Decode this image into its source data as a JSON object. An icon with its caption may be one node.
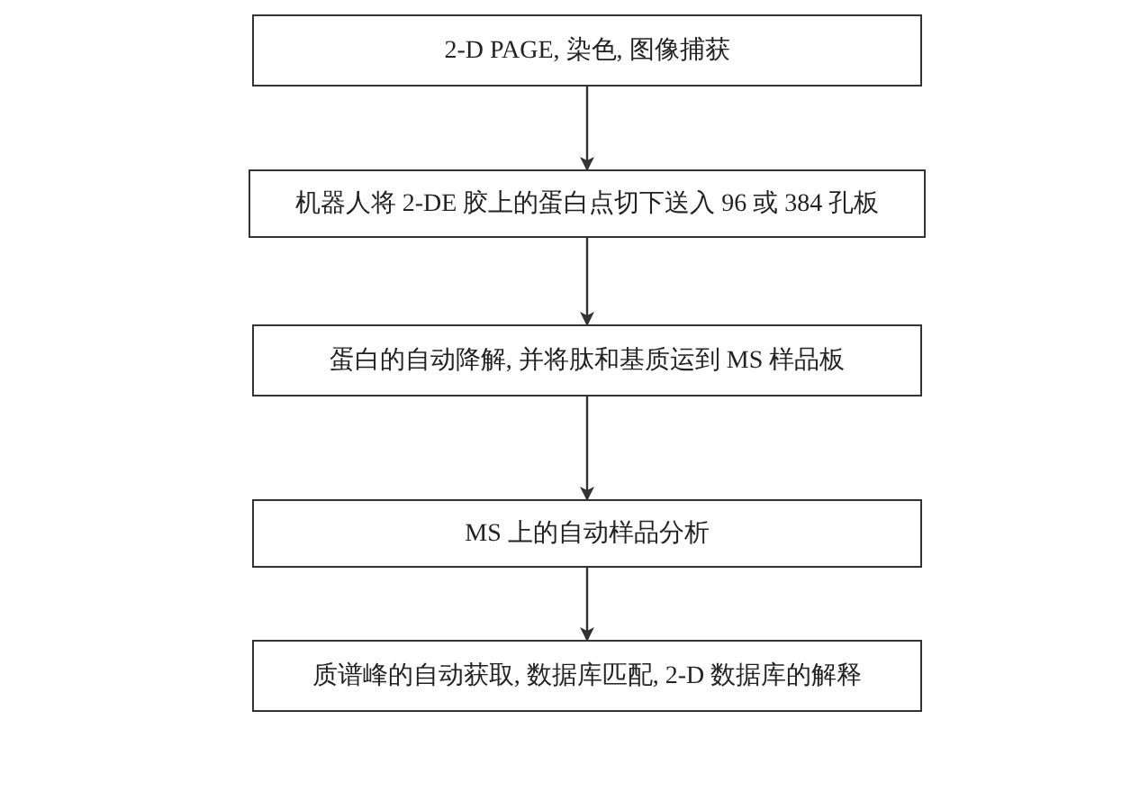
{
  "diagram": {
    "nodes": [
      {
        "text": [
          "2-D PAGE, 染色, 图像捕获"
        ]
      },
      {
        "text": [
          "机器人将 2-DE 胶上的蛋白点切下送入 96 或 384 孔板"
        ]
      },
      {
        "text": [
          "蛋白的自动降解, 并将肽和基质运到 MS 样品板"
        ]
      },
      {
        "text": [
          "MS 上的自动样品分析"
        ]
      },
      {
        "text": [
          "质谱峰的自动获取, 数据库匹配, 2-D 数据库的解释"
        ]
      }
    ],
    "edges": [
      {
        "from": 0,
        "to": 1,
        "arrow": "to"
      },
      {
        "from": 1,
        "to": 2,
        "arrow": "to"
      },
      {
        "from": 2,
        "to": 3,
        "arrow": "to"
      },
      {
        "from": 3,
        "to": 4,
        "arrow": "to"
      }
    ]
  }
}
